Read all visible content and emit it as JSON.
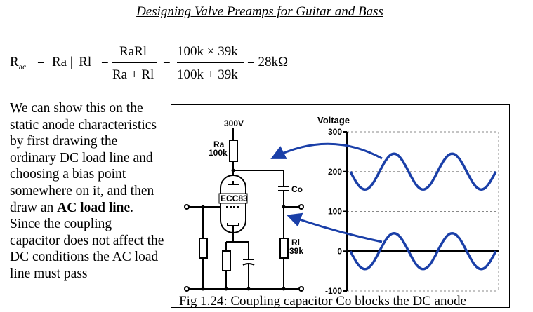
{
  "header": {
    "title": "Designing Valve Preamps for Guitar and Bass"
  },
  "equation": {
    "lhs_symbol": "R",
    "lhs_sub": "ac",
    "eq1": "=",
    "parallel": "Ra || Rl",
    "eq2": "=",
    "frac1_num": "RaRl",
    "frac1_den": "Ra + Rl",
    "eq3": "=",
    "frac2_num": "100k × 39k",
    "frac2_den": "100k + 39k",
    "result": "= 28kΩ"
  },
  "paragraph": {
    "text_before": "We can show this on the static anode characteristics by first drawing the ordinary DC load line and choosing a bias point somewhere on it, and then draw an ",
    "bold1": "AC load line",
    "text_after": ". Since the coupling capacitor does not affect the DC conditions the AC load line must pass"
  },
  "figure": {
    "supply_label": "300V",
    "ra_label": "Ra",
    "ra_value": "100k",
    "tube_label": "ECC83",
    "co_label": "Co",
    "rl_label": "Rl",
    "rl_value": "39k",
    "axis_title": "Voltage",
    "ticks": [
      "300",
      "200",
      "100",
      "0",
      "-100"
    ]
  },
  "chart_data": {
    "type": "line",
    "title": "",
    "ylabel": "Voltage",
    "ylim": [
      -100,
      300
    ],
    "yticks": [
      300,
      200,
      100,
      0,
      -100
    ],
    "grid": true,
    "series": [
      {
        "center": 200,
        "amplitude": 45,
        "cycles": 2.5
      },
      {
        "center": 0,
        "amplitude": 45,
        "cycles": 2.5
      }
    ]
  },
  "caption": {
    "text": "Fig 1.24: Coupling capacitor Co blocks the DC anode"
  },
  "colors": {
    "arrow": "#1a3fa8",
    "wave": "#1a3fa8",
    "grid": "#888888"
  }
}
